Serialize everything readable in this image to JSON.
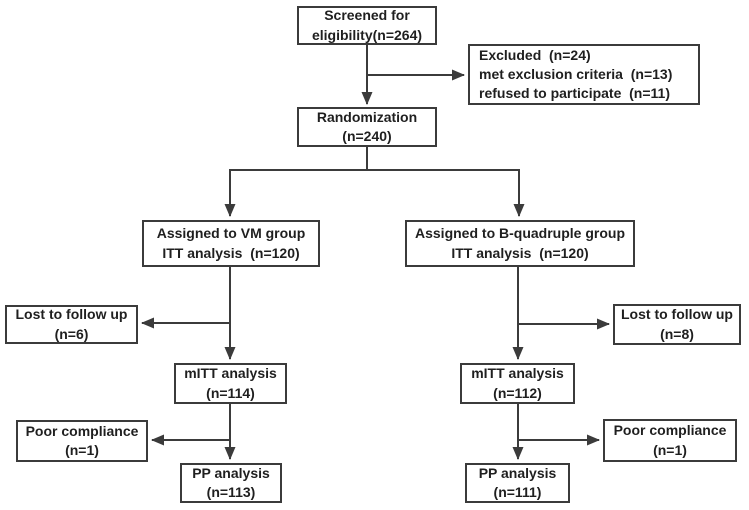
{
  "diagram": {
    "type": "flowchart",
    "description": "CONSORT-style participant flow diagram of a randomized clinical trial",
    "colors": {
      "background": "#ffffff",
      "box_fill": "#ffffff",
      "box_border": "#3b3b3b",
      "line": "#3b3b3b",
      "text": "#1f1f1f"
    },
    "boxes": {
      "screened": {
        "text": "Screened for\neligibility(n=264)"
      },
      "excluded": {
        "text": "Excluded  (n=24)\nmet exclusion criteria  (n=13)\nrefused to participate  (n=11)"
      },
      "randomization": {
        "text": "Randomization\n(n=240)"
      },
      "assigned_vm": {
        "text": "Assigned to VM group\nITT analysis  (n=120)"
      },
      "assigned_bq": {
        "text": "Assigned to B-quadruple group\nITT analysis  (n=120)"
      },
      "lost_vm": {
        "text": "Lost to follow up\n(n=6)"
      },
      "lost_bq": {
        "text": "Lost to follow up\n(n=8)"
      },
      "mitt_vm": {
        "text": "mITT analysis\n(n=114)"
      },
      "mitt_bq": {
        "text": "mITT analysis\n(n=112)"
      },
      "poor_vm": {
        "text": "Poor compliance\n(n=1)"
      },
      "poor_bq": {
        "text": "Poor compliance\n(n=1)"
      },
      "pp_vm": {
        "text": "PP analysis\n(n=113)"
      },
      "pp_bq": {
        "text": "PP analysis\n(n=111)"
      }
    }
  }
}
